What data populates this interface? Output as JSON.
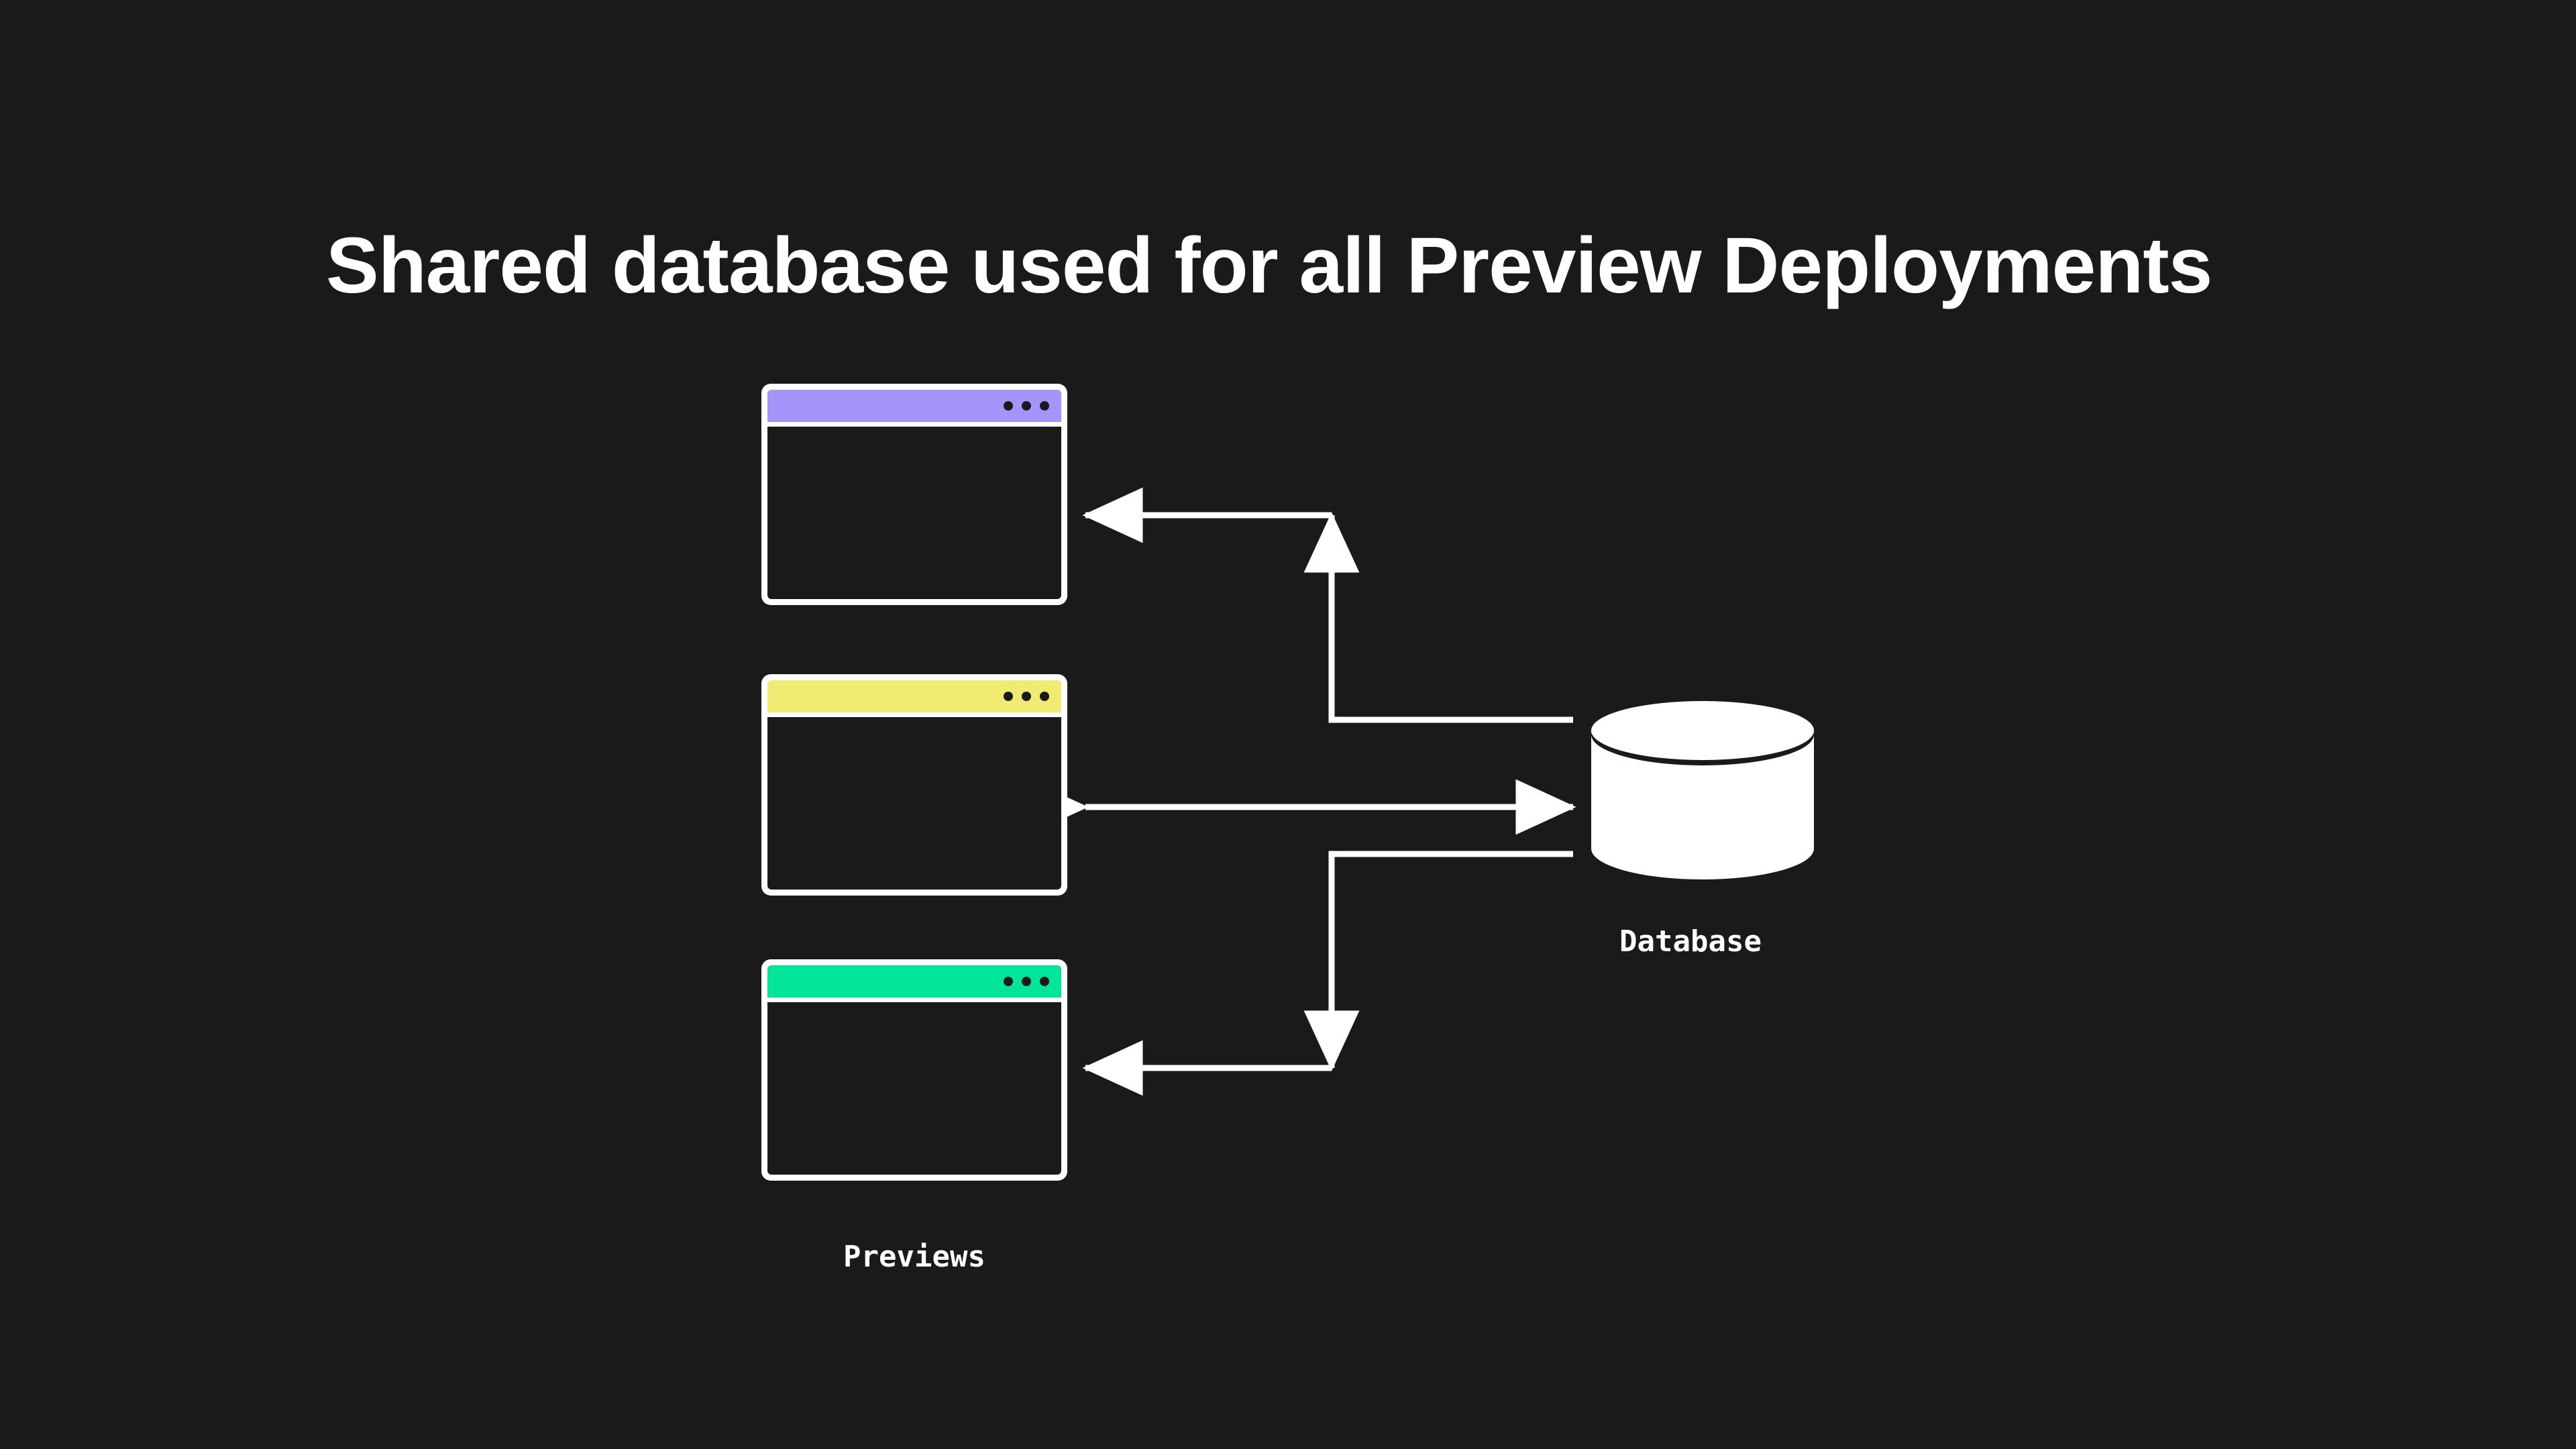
{
  "page": {
    "title": "Shared database used for all Preview Deployments",
    "background_color": "#1a1a1a"
  },
  "diagram": {
    "type": "architecture-flow",
    "previews": {
      "caption": "Previews",
      "windows": [
        {
          "id": "purple",
          "accent_color": "#a594f9",
          "dot_count": 3,
          "dot_color": "#1a1a1a"
        },
        {
          "id": "yellow",
          "accent_color": "#f0eb72",
          "dot_count": 3,
          "dot_color": "#1a1a1a"
        },
        {
          "id": "green",
          "accent_color": "#00e599",
          "dot_count": 3,
          "dot_color": "#1a1a1a"
        }
      ]
    },
    "database": {
      "caption": "Database",
      "shape": "cylinder",
      "fill_color": "#ffffff"
    },
    "connections": [
      {
        "from": "purple-window",
        "to": "database",
        "direction": "bidirectional-routed",
        "heads": [
          "left-at-window",
          "right-at-database"
        ]
      },
      {
        "from": "yellow-window",
        "to": "database",
        "direction": "bidirectional",
        "heads": [
          "left-at-window",
          "right-at-database"
        ]
      },
      {
        "from": "green-window",
        "to": "database",
        "direction": "bidirectional-routed",
        "heads": [
          "left-at-window",
          "right-at-database"
        ]
      }
    ],
    "line_color": "#ffffff"
  }
}
